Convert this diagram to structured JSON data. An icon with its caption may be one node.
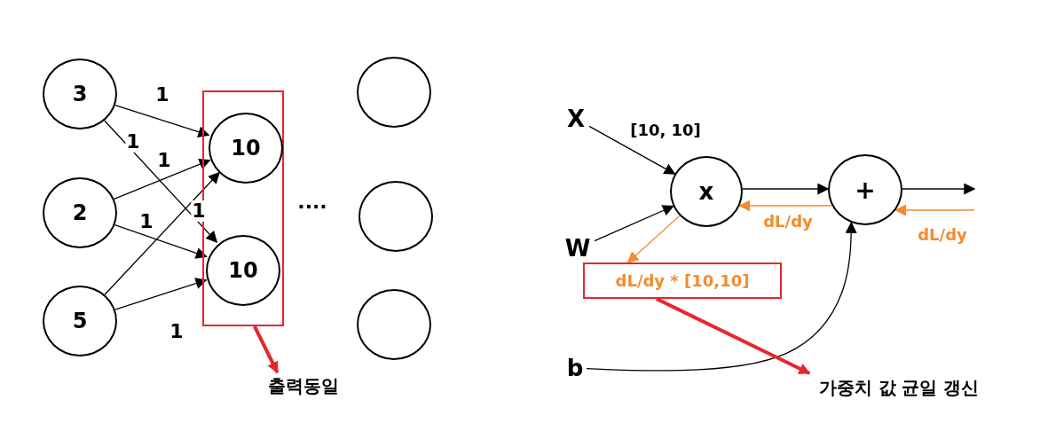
{
  "diagram": {
    "nodes": [
      {
        "text": [
          "3"
        ]
      },
      {
        "text": [
          "2"
        ]
      },
      {
        "text": [
          "5"
        ]
      },
      {
        "text": [],
        "shape": "box"
      },
      {
        "text": [
          "10"
        ],
        "in": 3
      },
      {
        "text": [
          "10"
        ],
        "in": 3
      },
      {
        "text": [],
        "shape": "circle"
      },
      {
        "text": [],
        "shape": "circle"
      },
      {
        "text": [],
        "shape": "circle"
      },
      {
        "text": [
          "출력동일"
        ]
      },
      {
        "text": [
          "X"
        ]
      },
      {
        "text": [
          "W"
        ]
      },
      {
        "text": [
          "b"
        ]
      },
      {
        "text": [
          "x"
        ]
      },
      {
        "text": [
          "+"
        ]
      },
      {
        "text": [
          "dL/dy * [10,10]"
        ]
      },
      {
        "text": [
          "가중치 값 균일 갱신"
        ]
      }
    ],
    "edges": [
      {
        "from": 0,
        "to": 4,
        "arrow": "to",
        "label": "1"
      },
      {
        "from": 0,
        "to": 5,
        "arrow": "to",
        "label": "1"
      },
      {
        "from": 1,
        "to": 4,
        "arrow": "to",
        "label": "1"
      },
      {
        "from": 1,
        "to": 5,
        "arrow": "to",
        "label": "1"
      },
      {
        "from": 2,
        "to": 4,
        "arrow": "to",
        "label": "1"
      },
      {
        "from": 2,
        "to": 5,
        "arrow": "to",
        "label": "1"
      },
      {
        "from": 3,
        "to": 9,
        "arrow": "to",
        "style": "thick",
        "color": "#e8262f"
      },
      {
        "from": 10,
        "to": 13,
        "arrow": "to",
        "label": "[10, 10]"
      },
      {
        "from": 11,
        "to": 13,
        "arrow": "to"
      },
      {
        "from": 13,
        "to": 14,
        "arrow": "to"
      },
      {
        "from": 14,
        "to": null,
        "arrow": "to"
      },
      {
        "from": 14,
        "to": 13,
        "arrow": "to",
        "label": "dL/dy",
        "color": "#f58b2e"
      },
      {
        "from": null,
        "to": 14,
        "arrow": "to",
        "label": "dL/dy",
        "color": "#f58b2e"
      },
      {
        "from": 13,
        "to": 15,
        "arrow": "to",
        "color": "#f58b2e"
      },
      {
        "from": 12,
        "to": 14,
        "arrow": "to"
      },
      {
        "from": 15,
        "to": 16,
        "arrow": "to",
        "style": "thick",
        "color": "#e8262f"
      }
    ],
    "labels": [
      "...."
    ]
  }
}
